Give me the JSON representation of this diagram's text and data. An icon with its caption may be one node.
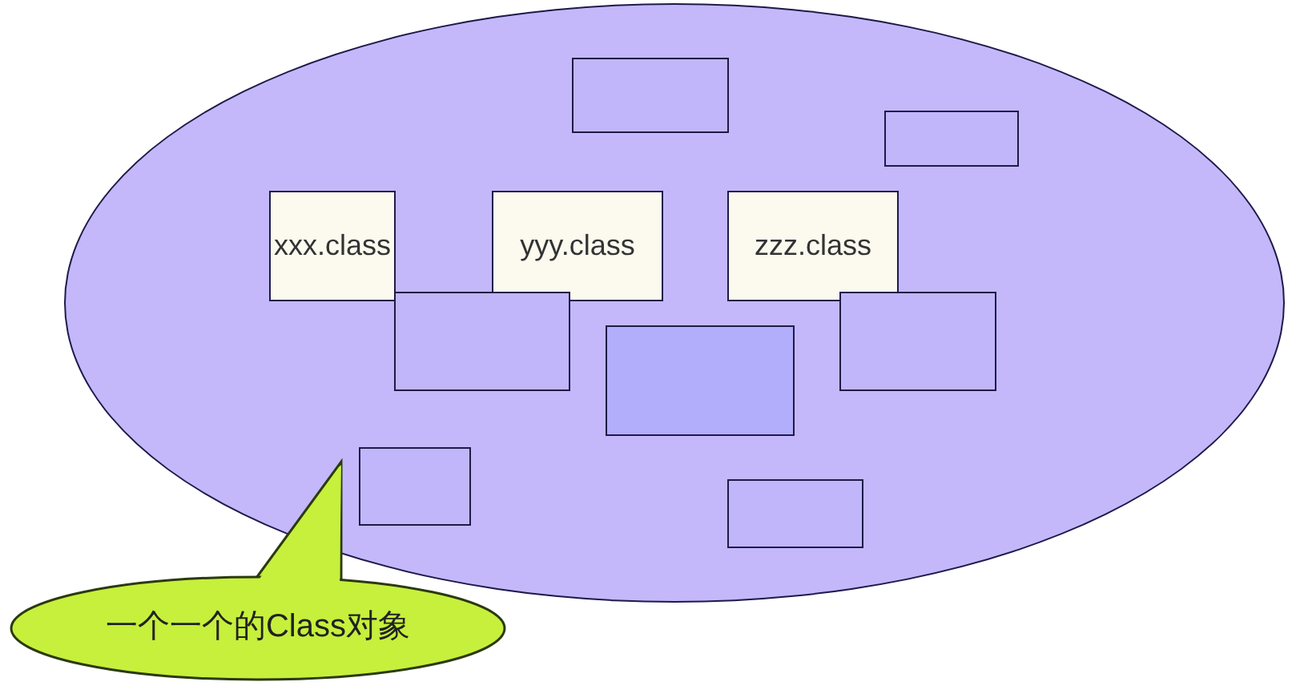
{
  "diagram": {
    "nodes": [
      {
        "text": [],
        "shape": "ellipse"
      },
      {
        "text": [],
        "shape": "box",
        "in": 0
      },
      {
        "text": [],
        "shape": "box",
        "in": 0
      },
      {
        "text": [
          "xxx.class"
        ],
        "in": 0
      },
      {
        "text": [
          "yyy.class"
        ],
        "in": 0
      },
      {
        "text": [
          "zzz.class"
        ],
        "in": 0
      },
      {
        "text": [],
        "shape": "box",
        "in": 0
      },
      {
        "text": [],
        "shape": "box",
        "in": 0
      },
      {
        "text": [],
        "shape": "box",
        "in": 0
      },
      {
        "text": [],
        "shape": "box",
        "in": 0
      },
      {
        "text": [],
        "shape": "box",
        "in": 0
      },
      {
        "text": [
          "一个一个的Class对象"
        ]
      }
    ]
  }
}
